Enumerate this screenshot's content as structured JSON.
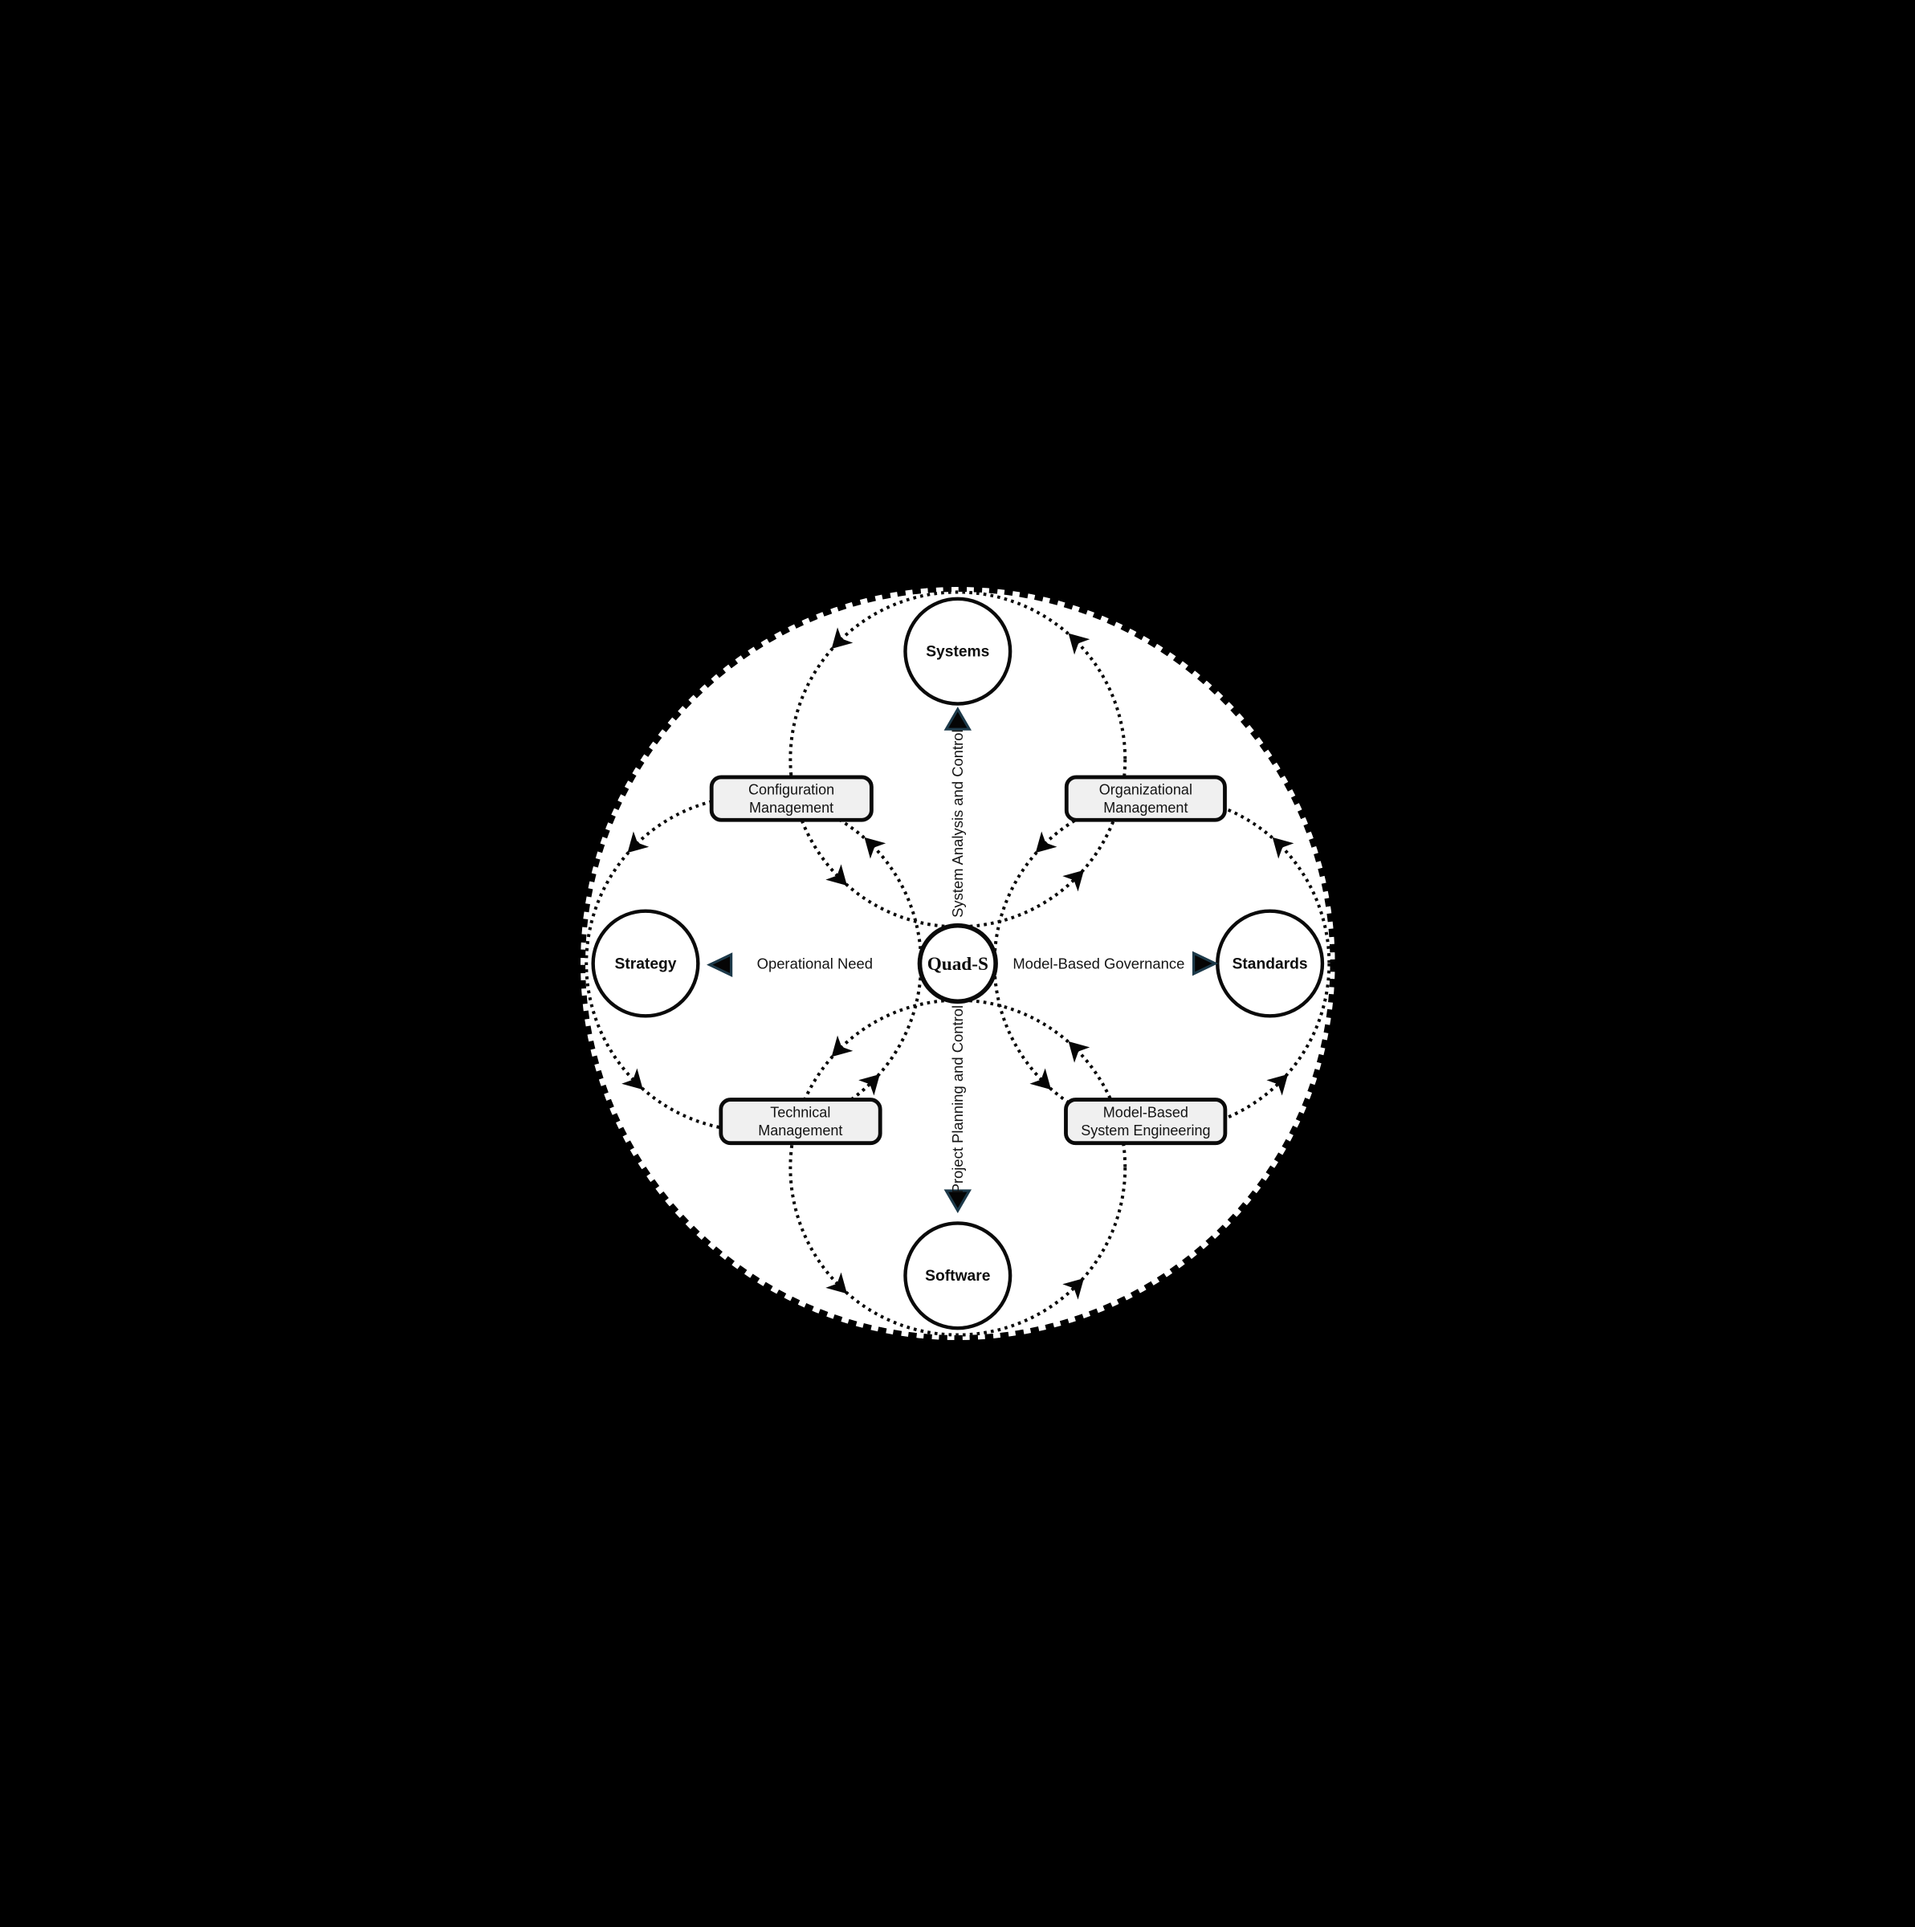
{
  "colors": {
    "background": "#000000",
    "canvas": "#ffffff",
    "line": "#0a0a0a",
    "box_fill": "#f0f0f0",
    "arrow_fill": "#050505",
    "triangle_stroke": "#1d3a4a",
    "text": "#141414"
  },
  "center": {
    "label": "Quad-S"
  },
  "nodes": {
    "systems": {
      "label": "Systems"
    },
    "strategy": {
      "label": "Strategy"
    },
    "standards": {
      "label": "Standards"
    },
    "software": {
      "label": "Software"
    }
  },
  "boxes": {
    "configuration_management": {
      "line1": "Configuration",
      "line2": "Management"
    },
    "organizational_management": {
      "line1": "Organizational",
      "line2": "Management"
    },
    "technical_management": {
      "line1": "Technical",
      "line2": "Management"
    },
    "model_based_system_engineering": {
      "line1": "Model-Based",
      "line2": "System Engineering"
    }
  },
  "flow_labels": {
    "system_analysis": "System Analysis and Control",
    "project_planning": "Project Planning and Control",
    "operational_need": "Operational Need",
    "governance": "Model-Based Governance"
  },
  "icons": {
    "flow_arrow": "chevron-arrow-icon",
    "direction_arrow": "triangle-arrow-icon"
  }
}
